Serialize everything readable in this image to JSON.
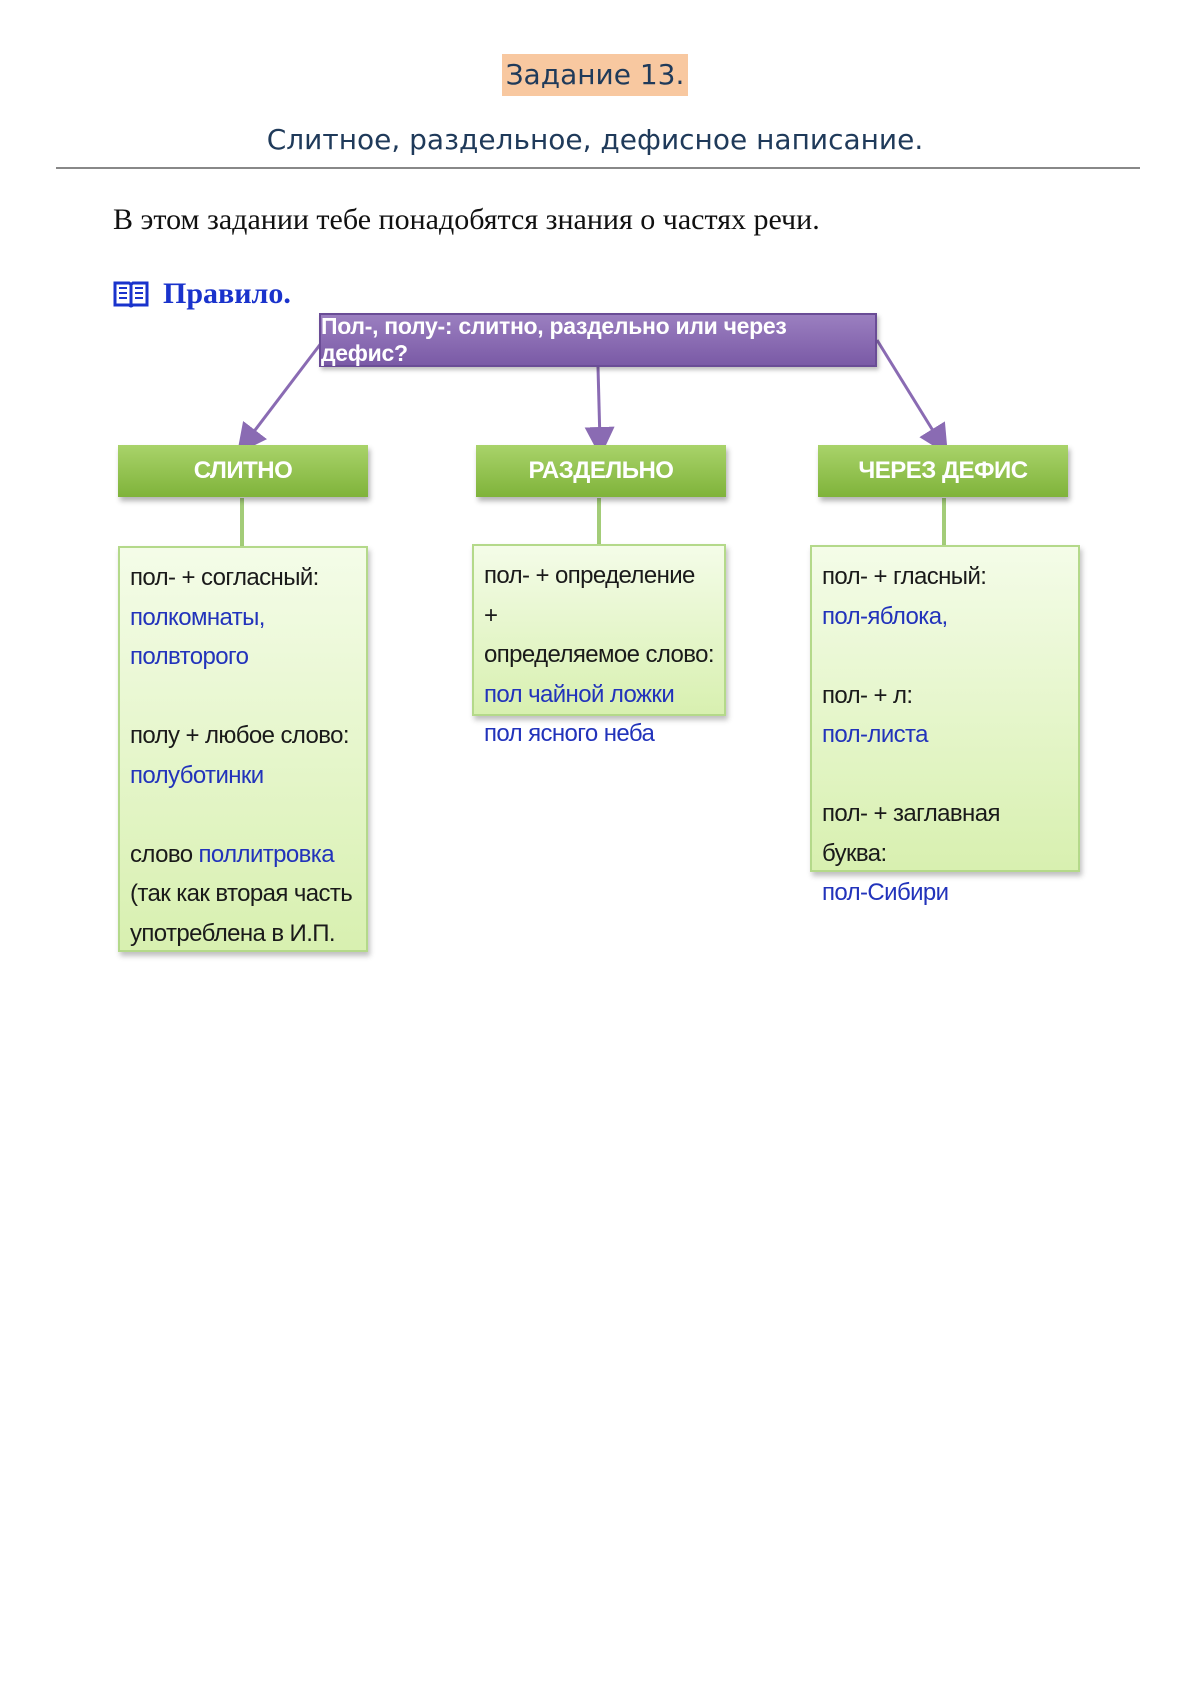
{
  "header": {
    "task_title": "Задание 13.",
    "subtitle": "Слитное, раздельное, дефисное написание."
  },
  "intro": "В этом задании тебе понадобятся знания о частях речи.",
  "rule_heading": "Правило.",
  "icons": {
    "rule_icon": "book-icon"
  },
  "colors": {
    "title_highlight": "#f8c8a0",
    "title_text": "#1f3a5a",
    "rule_heading": "#1a33cc",
    "question_box": "#8a6bb3",
    "category_box": "#8fc24a",
    "example_text": "#2233bb"
  },
  "diagram": {
    "question": "Пол-, полу-: слитно, раздельно или через дефис?",
    "columns": [
      {
        "category": "СЛИТНО",
        "lines": [
          {
            "text": "пол- + согласный:",
            "example": ""
          },
          {
            "text": "",
            "example": "полкомнаты,"
          },
          {
            "text": "",
            "example": "полвторого"
          },
          {
            "text": "полу + любое слово:",
            "example": ""
          },
          {
            "text": "",
            "example": "полуботинки"
          },
          {
            "text": "слово",
            "example": "поллитровка"
          },
          {
            "text": "(так как вторая часть",
            "example": ""
          },
          {
            "text": "употреблена в И.П.",
            "example": ""
          }
        ]
      },
      {
        "category": "РАЗДЕЛЬНО",
        "lines": [
          {
            "text": "пол- + определение +",
            "example": ""
          },
          {
            "text": "определяемое слово:",
            "example": ""
          },
          {
            "text": "",
            "example": "пол чайной ложки"
          },
          {
            "text": "",
            "example": "пол ясного неба"
          }
        ]
      },
      {
        "category": "ЧЕРЕЗ ДЕФИС",
        "lines": [
          {
            "text": "пол- + гласный:",
            "example": ""
          },
          {
            "text": "",
            "example": "пол-яблока,"
          },
          {
            "text": "пол- + л:",
            "example": ""
          },
          {
            "text": "",
            "example": "пол-листа"
          },
          {
            "text": "пол- + заглавная буква:",
            "example": ""
          },
          {
            "text": "",
            "example": "пол-Сибири"
          }
        ]
      }
    ]
  }
}
